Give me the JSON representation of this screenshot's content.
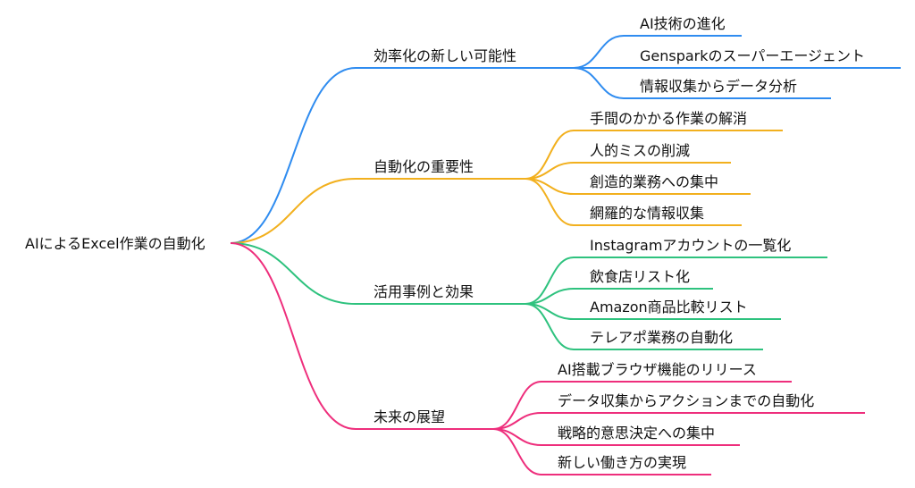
{
  "root": {
    "label": "AIによるExcel作業の自動化"
  },
  "branches": [
    {
      "label": "効率化の新しい可能性",
      "color": "#2f8cf0",
      "children": [
        "AI技術の進化",
        "Gensparkのスーパーエージェント",
        "情報収集からデータ分析"
      ]
    },
    {
      "label": "自動化の重要性",
      "color": "#f2b01e",
      "children": [
        "手間のかかる作業の解消",
        "人的ミスの削減",
        "創造的業務への集中",
        "網羅的な情報収集"
      ]
    },
    {
      "label": "活用事例と効果",
      "color": "#2ec27e",
      "children": [
        "Instagramアカウントの一覧化",
        "飲食店リスト化",
        "Amazon商品比較リスト",
        "テレアポ業務の自動化"
      ]
    },
    {
      "label": "未来の展望",
      "color": "#ee2e7c",
      "children": [
        "AI搭載ブラウザ機能のリリース",
        "データ収集からアクションまでの自動化",
        "戦略的意思決定への集中",
        "新しい働き方の実現"
      ]
    }
  ]
}
